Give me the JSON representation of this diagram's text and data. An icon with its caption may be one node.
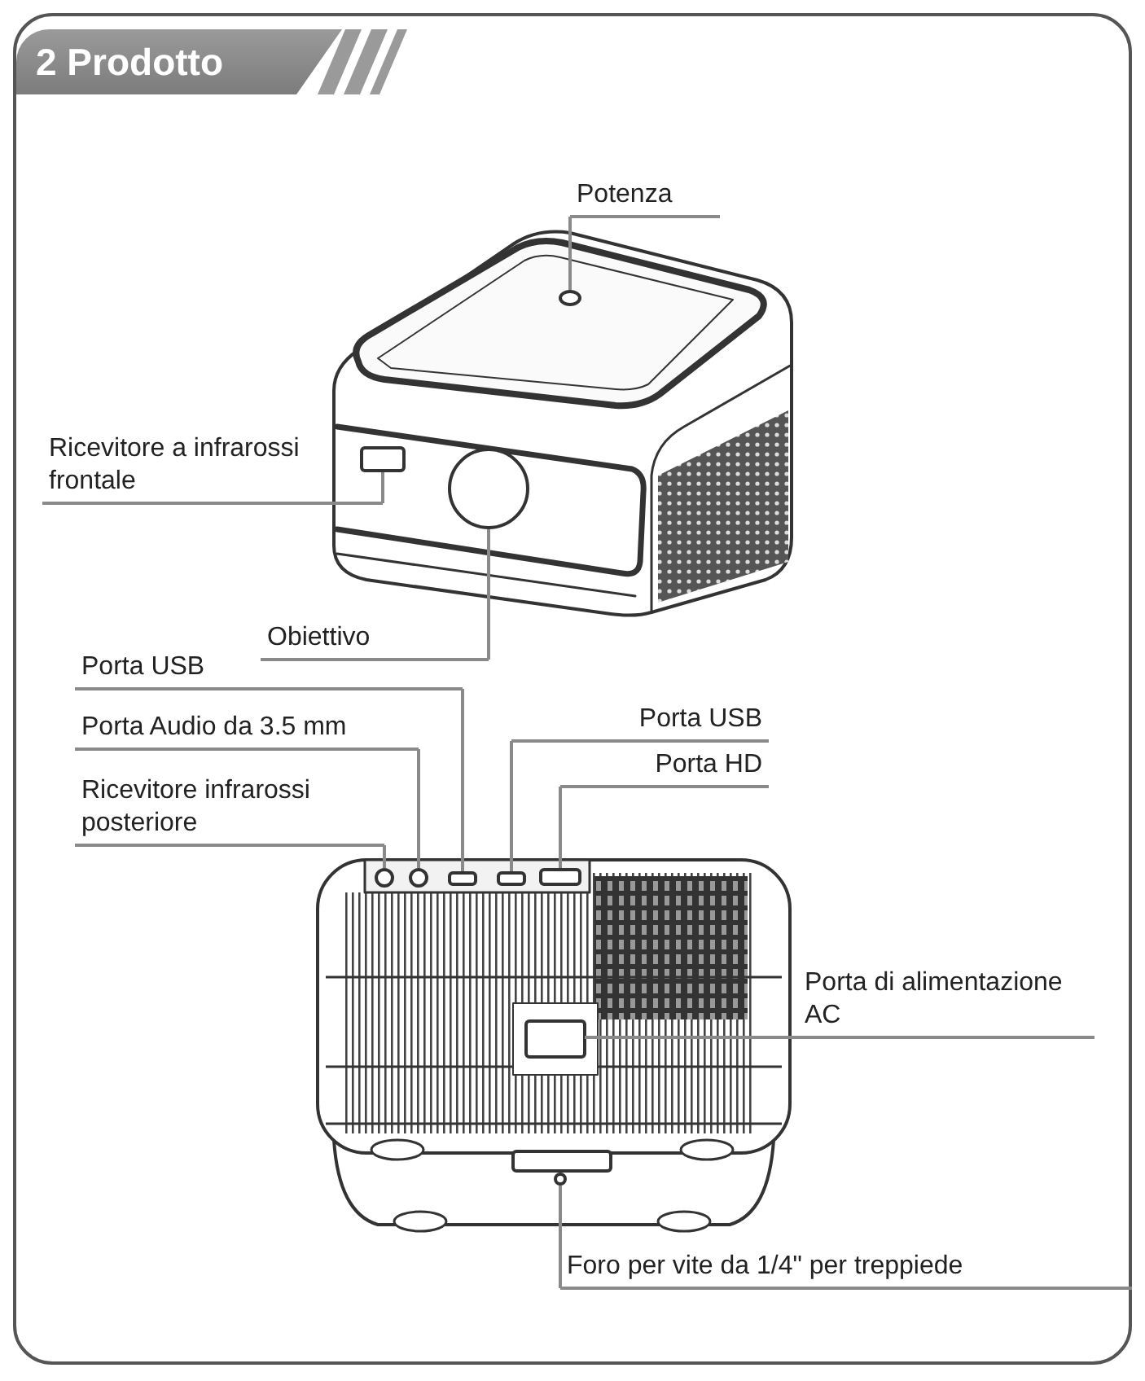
{
  "diagram": {
    "title": "2 Prodotto",
    "nodes": [
      {
        "text": [
          "Potenza"
        ]
      },
      {
        "text": [],
        "shape": "circle"
      },
      {
        "text": [
          "Ricevitore a infrarossi frontale"
        ]
      },
      {
        "text": [],
        "shape": "box"
      },
      {
        "text": [
          "Obiettivo"
        ]
      },
      {
        "text": [],
        "shape": "circle"
      },
      {
        "text": [
          "Porta USB"
        ]
      },
      {
        "text": [
          "Porta Audio da 3.5 mm"
        ]
      },
      {
        "text": [
          "Ricevitore infrarossi posteriore"
        ]
      },
      {
        "text": [
          "Porta USB"
        ]
      },
      {
        "text": [
          "Porta HD"
        ]
      },
      {
        "text": [],
        "shape": "circle"
      },
      {
        "text": [],
        "shape": "circle"
      },
      {
        "text": [],
        "shape": "box"
      },
      {
        "text": [],
        "shape": "box"
      },
      {
        "text": [],
        "shape": "box"
      },
      {
        "text": [
          "Porta di alimentazione AC"
        ]
      },
      {
        "text": [],
        "shape": "box"
      },
      {
        "text": [
          "Foro per vite da 1/4\" per treppiede"
        ]
      },
      {
        "text": [],
        "shape": "circle"
      }
    ],
    "edges": [
      {
        "from": 0,
        "to": 1,
        "arrow": "none"
      },
      {
        "from": 2,
        "to": 3,
        "arrow": "none"
      },
      {
        "from": 4,
        "to": 5,
        "arrow": "none"
      },
      {
        "from": 6,
        "to": 13,
        "arrow": "none"
      },
      {
        "from": 7,
        "to": 12,
        "arrow": "none"
      },
      {
        "from": 8,
        "to": 11,
        "arrow": "none"
      },
      {
        "from": 9,
        "to": 14,
        "arrow": "none"
      },
      {
        "from": 10,
        "to": 15,
        "arrow": "none"
      },
      {
        "from": 16,
        "to": 17,
        "arrow": "none"
      },
      {
        "from": 18,
        "to": 19,
        "arrow": "none"
      }
    ]
  }
}
